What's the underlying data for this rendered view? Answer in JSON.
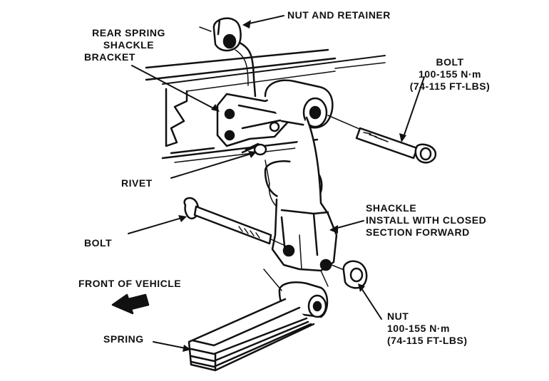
{
  "labels": {
    "nut_and_retainer": "NUT AND RETAINER",
    "bracket": [
      "REAR SPRING",
      "SHACKLE",
      "BRACKET"
    ],
    "bolt_top": [
      "BOLT",
      "100-155 N·m",
      "(74-115 FT-LBS)"
    ],
    "rivet": "RIVET",
    "bolt_left": "BOLT",
    "shackle": [
      "SHACKLE",
      "INSTALL WITH CLOSED",
      "SECTION FORWARD"
    ],
    "front_of_vehicle": "FRONT OF VEHICLE",
    "nut_bottom": [
      "NUT",
      "100-155 N·m",
      "(74-115 FT-LBS)"
    ],
    "spring": "SPRING"
  },
  "colors": {
    "ink": "#111111",
    "paper": "#ffffff"
  },
  "icons": {
    "front_arrow": "arrow-left-icon"
  }
}
